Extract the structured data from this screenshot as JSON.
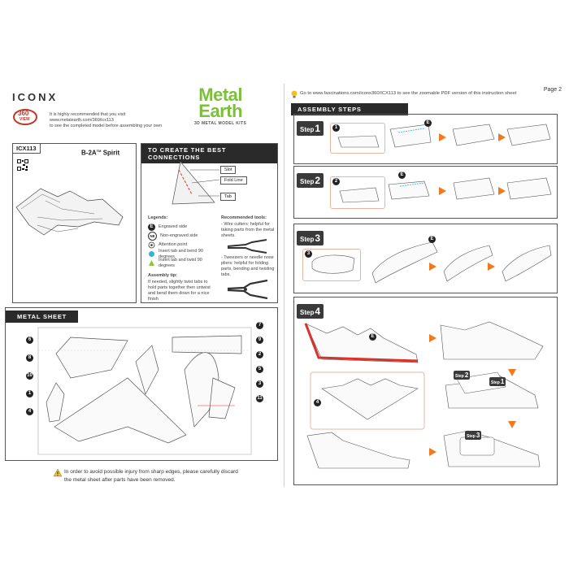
{
  "left_page": {
    "brand": "ICONX",
    "logo_line1": "Metal",
    "logo_line2": "Earth",
    "logo_tagline": "3D METAL MODEL KITS",
    "badge_360": "360",
    "badge_view": "VIEW",
    "intro_text_1": "It is highly recommended that you visit",
    "intro_text_2": "www.metalearth.com/360/icx113",
    "intro_text_3": "to see the completed model before assembling your own",
    "model_code": "ICX113",
    "model_name": "B-2A",
    "model_tm": "TM",
    "model_name_suffix": "Spirit",
    "connections": {
      "title": "TO CREATE THE BEST CONNECTIONS",
      "slot_label": "Slot",
      "fold_line_label": "Fold Line",
      "tab_label": "Tab",
      "legends_title": "Legends:",
      "legend_items": [
        {
          "symbol": "E",
          "text": "Engraved side"
        },
        {
          "symbol": "NE",
          "text": "Non-engraved side"
        },
        {
          "symbol": "",
          "text": "Attention point"
        },
        {
          "symbol": "",
          "text": "Insert tab and bend 90 degrees"
        },
        {
          "symbol": "",
          "text": "Insert tab and twist 90 degrees"
        }
      ],
      "assembly_tip_title": "Assembly tip:",
      "assembly_tip_text": "If needed, slightly twist tabs to hold parts together then untwist and bend them down for a nice finish",
      "tools_title": "Recommended tools:",
      "tool_1": "- Wire cutters: helpful for taking parts from the metal sheets.",
      "tool_2": "- Tweezers or needle nose pliers: helpful for folding parts, bending and twisting tabs."
    },
    "metal_sheet": {
      "title": "METAL SHEET",
      "part_numbers_left": [
        "6",
        "8",
        "10",
        "1",
        "4"
      ],
      "part_numbers_right": [
        "7",
        "9",
        "2",
        "5",
        "3",
        "11"
      ]
    },
    "warning_text_1": "In order to avoid possible injury from sharp edges, please carefully discard",
    "warning_text_2": "the metal sheet after parts have been removed."
  },
  "right_page": {
    "page_label": "Page 2",
    "web_link": "Go to www.fascinations.com/iconx360/ICX113 to see the zoomable PDF version of this instruction sheet",
    "assembly_title": "ASSEMBLY STEPS",
    "steps": [
      {
        "label": "Step",
        "number": "1",
        "part": "1",
        "side": "E"
      },
      {
        "label": "Step",
        "number": "2",
        "part": "2",
        "side": "E"
      },
      {
        "label": "Step",
        "number": "3",
        "part": "3",
        "side": "E"
      },
      {
        "label": "Step",
        "number": "4",
        "part": "4",
        "side": "E"
      }
    ],
    "sub_step_labels": [
      {
        "label": "Step",
        "number": "2"
      },
      {
        "label": "Step",
        "number": "1"
      },
      {
        "label": "Step",
        "number": "3"
      }
    ]
  },
  "colors": {
    "metal_earth_green": "#7bbf3a",
    "accent_orange": "#f07a20",
    "dark_bar": "#2a2a2a",
    "highlight_red": "#d9312b",
    "tab_cyan": "#2fb7d6"
  },
  "icons": [
    "qr-code-icon",
    "360-view-icon",
    "lightbulb-icon",
    "warning-icon",
    "wire-cutters-icon",
    "pliers-icon"
  ]
}
